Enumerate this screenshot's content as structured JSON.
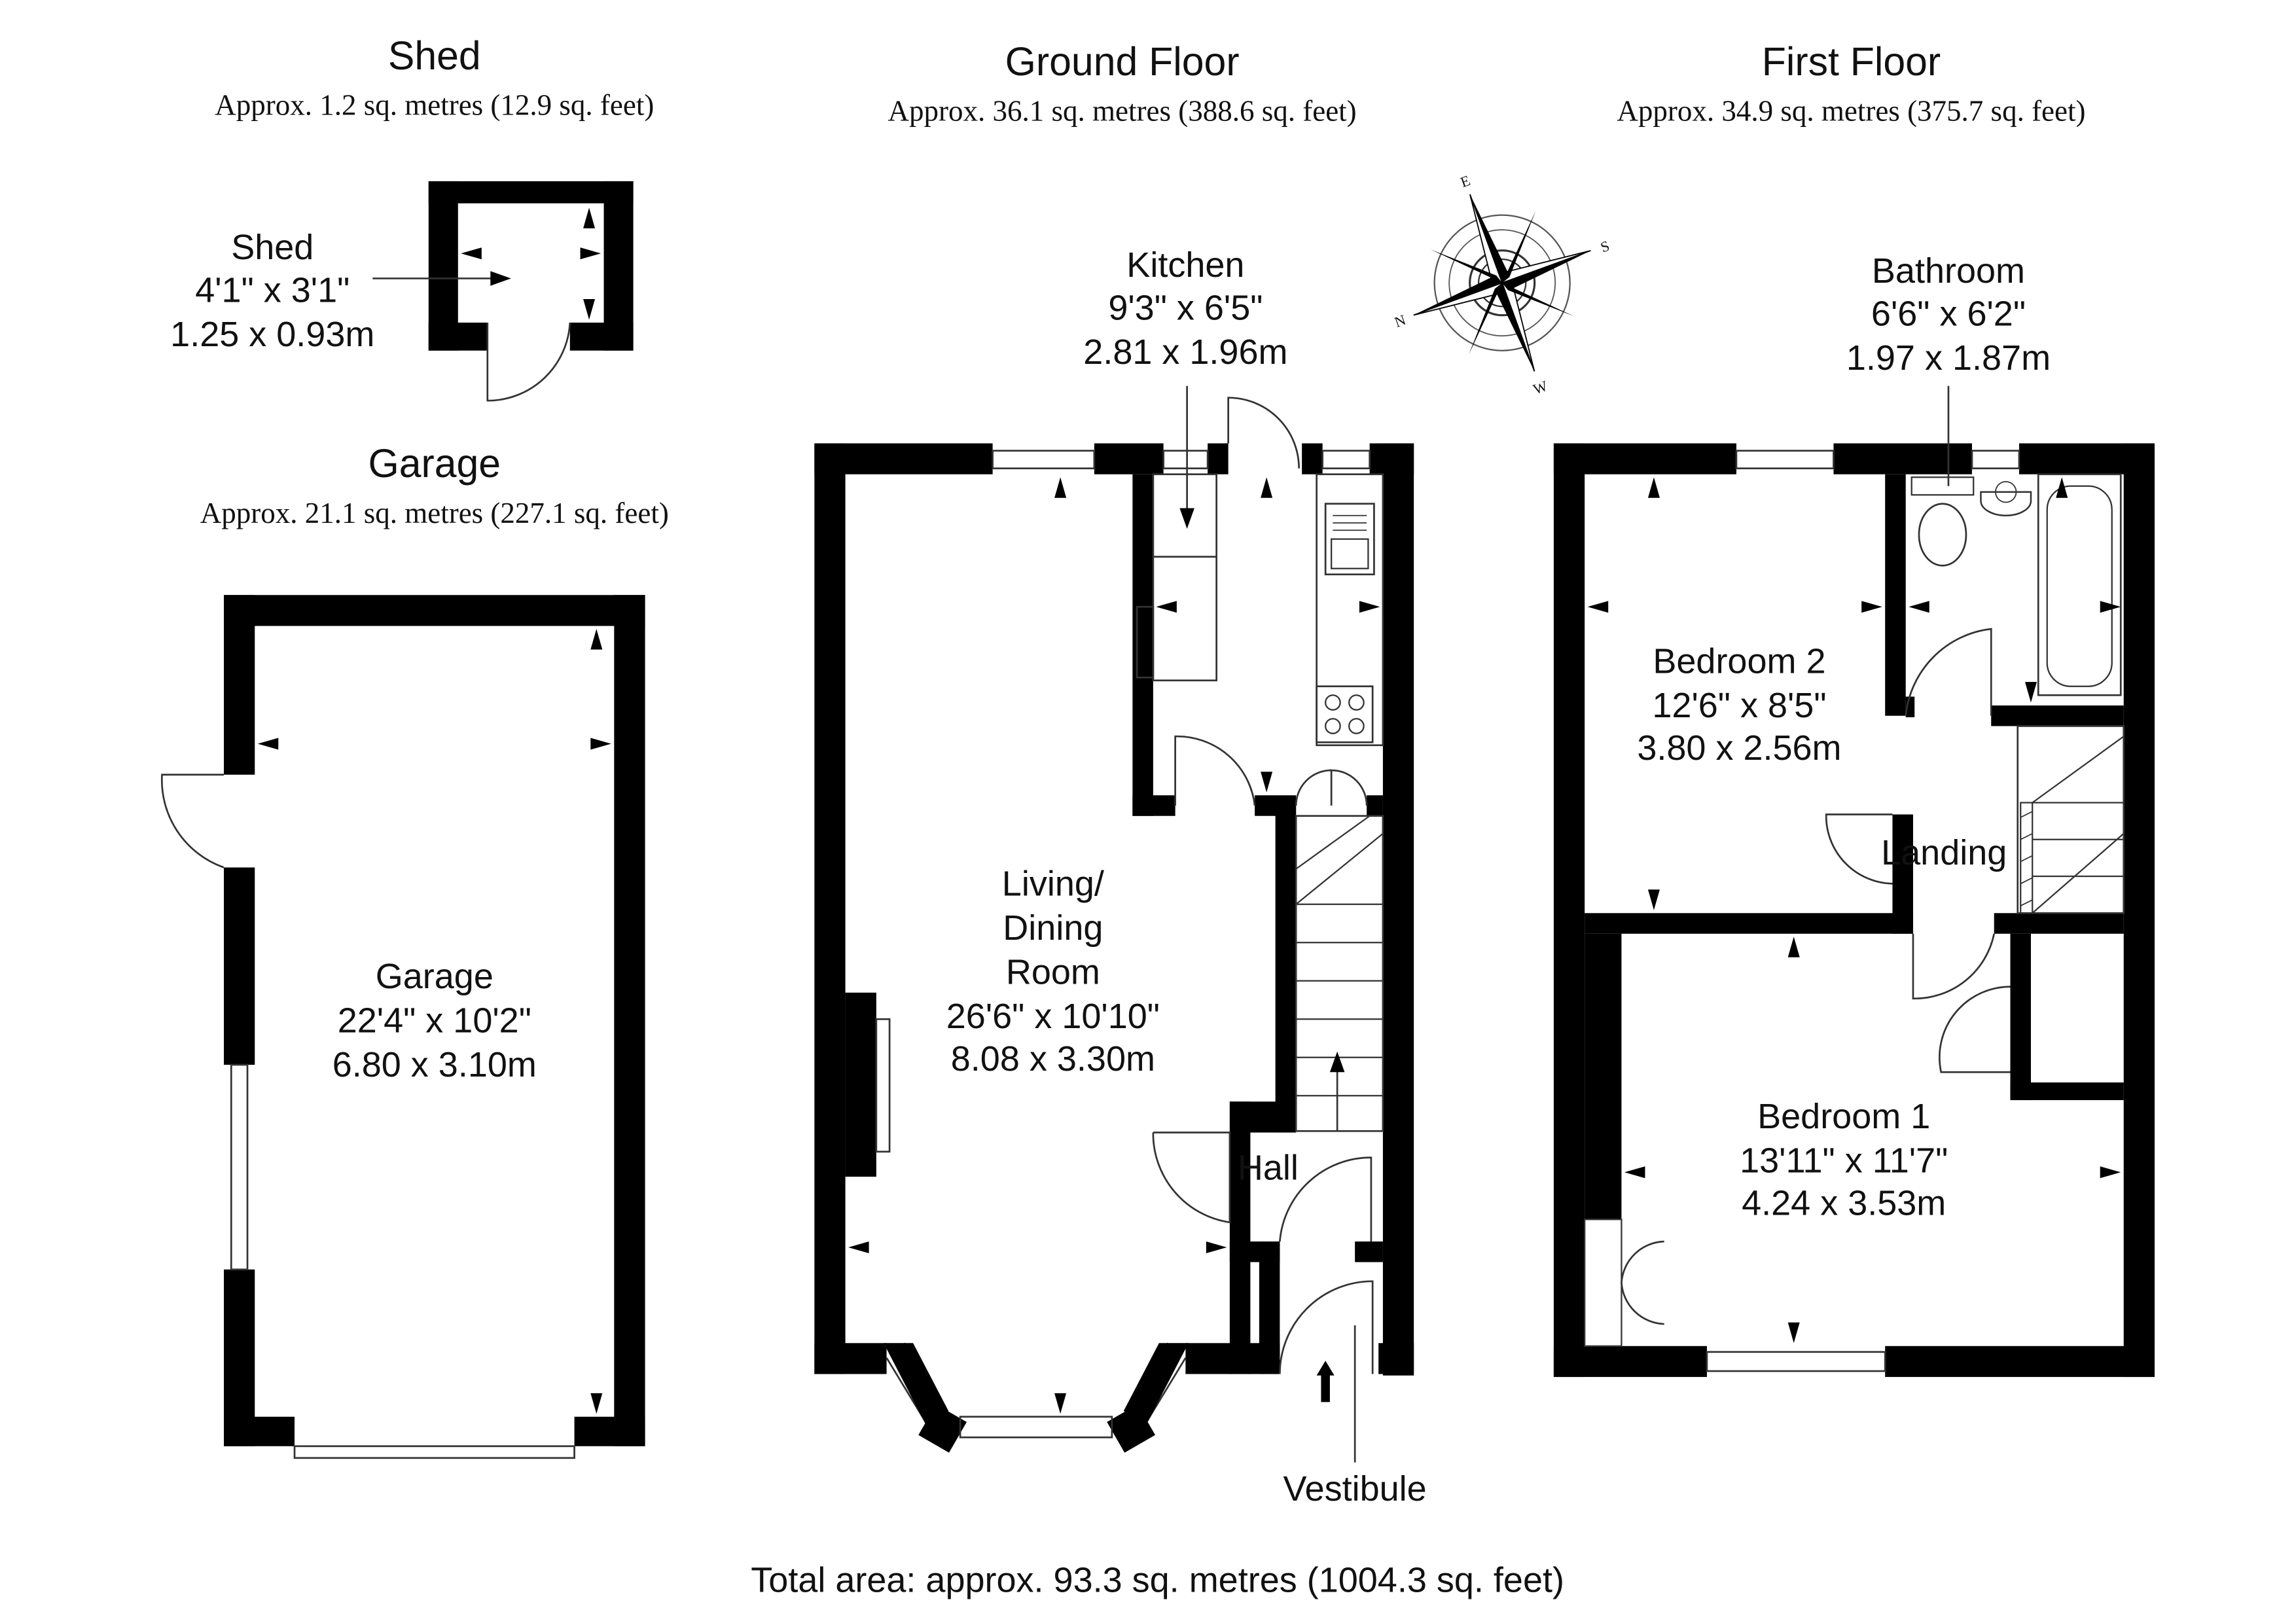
{
  "sections": {
    "shed": {
      "title": "Shed",
      "area": "Approx. 1.2 sq. metres (12.9 sq. feet)"
    },
    "garage": {
      "title": "Garage",
      "area": "Approx. 21.1 sq. metres (227.1 sq. feet)"
    },
    "ground": {
      "title": "Ground Floor",
      "area": "Approx. 36.1 sq. metres (388.6 sq. feet)"
    },
    "first": {
      "title": "First Floor",
      "area": "Approx. 34.9 sq. metres (375.7 sq. feet)"
    }
  },
  "rooms": {
    "shed": {
      "name": "Shed",
      "imperial": "4'1\" x 3'1\"",
      "metric": "1.25 x 0.93m"
    },
    "garage": {
      "name": "Garage",
      "imperial": "22'4\" x 10'2\"",
      "metric": "6.80 x 3.10m"
    },
    "kitchen": {
      "name": "Kitchen",
      "imperial": "9'3\" x 6'5\"",
      "metric": "2.81 x 1.96m"
    },
    "living": {
      "name_1": "Living/",
      "name_2": "Dining",
      "name_3": "Room",
      "imperial": "26'6\" x 10'10\"",
      "metric": "8.08 x 3.30m"
    },
    "hall": {
      "name": "Hall"
    },
    "vestibule": {
      "name": "Vestibule"
    },
    "bathroom": {
      "name": "Bathroom",
      "imperial": "6'6\" x 6'2\"",
      "metric": "1.97 x 1.87m"
    },
    "bedroom2": {
      "name": "Bedroom 2",
      "imperial": "12'6\" x 8'5\"",
      "metric": "3.80 x 2.56m"
    },
    "landing": {
      "name": "Landing"
    },
    "bedroom1": {
      "name": "Bedroom 1",
      "imperial": "13'11\" x 11'7\"",
      "metric": "4.24 x 3.53m"
    }
  },
  "compass": {
    "e": "E",
    "s": "S",
    "w": "W",
    "n": "N"
  },
  "total": "Total area: approx. 93.3 sq. metres (1004.3 sq. feet)",
  "colors": {
    "wall": "#000000",
    "line": "#333333",
    "background": "#ffffff"
  }
}
